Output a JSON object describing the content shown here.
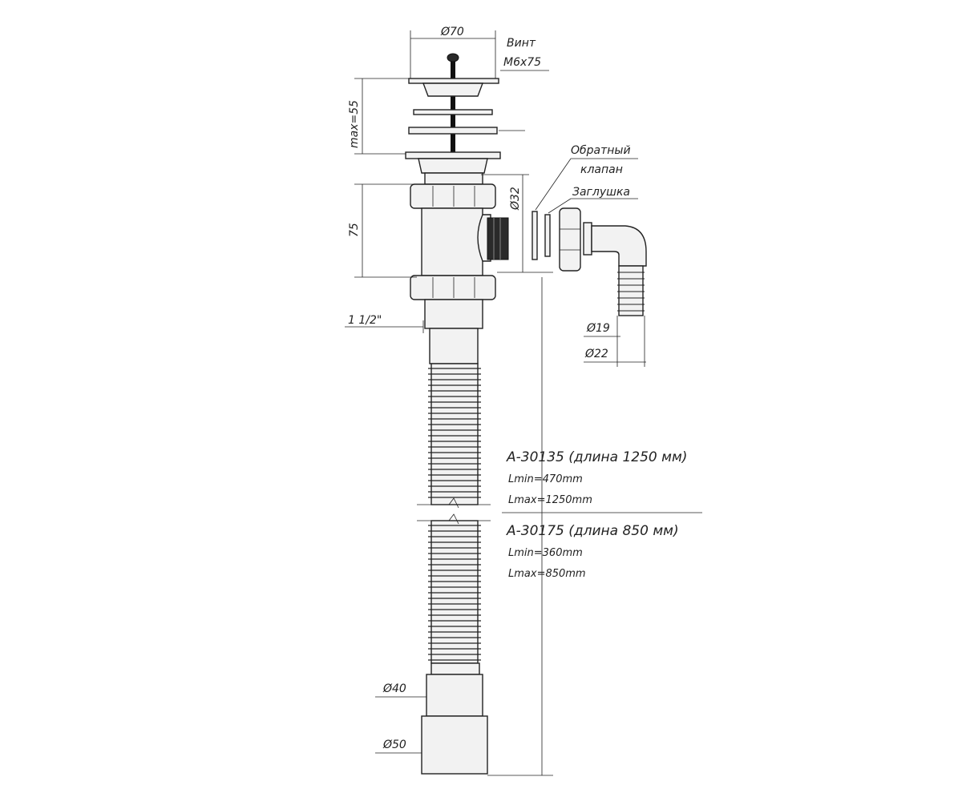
{
  "dimensions": {
    "d70": "Ø70",
    "screw_title": "Винт",
    "screw_size": "M6x75",
    "max55": "max=55",
    "d32": "Ø32",
    "h75": "75",
    "thread": "1 1/2\"",
    "d19": "Ø19",
    "d22": "Ø22",
    "d40": "Ø40",
    "d50": "Ø50"
  },
  "callouts": {
    "check_valve_line1": "Обратный",
    "check_valve_line2": "клапан",
    "plug": "Заглушка"
  },
  "variants": [
    {
      "title": "A-30135 (длина 1250 мм)",
      "lmin": "Lmin=470mm",
      "lmax": "Lmax=1250mm"
    },
    {
      "title": "A-30175 (длина 850 мм)",
      "lmin": "Lmin=360mm",
      "lmax": "Lmax=850mm"
    }
  ]
}
